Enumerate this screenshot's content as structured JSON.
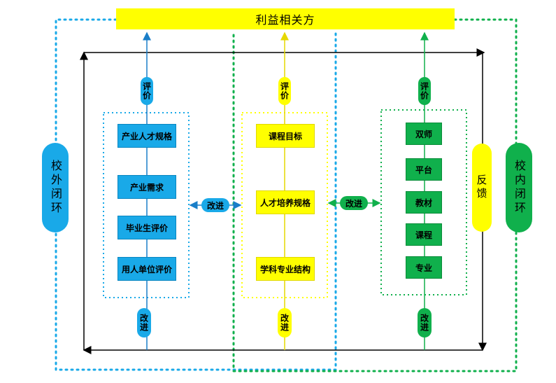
{
  "title": "利益相关方",
  "outer_loops": {
    "left": "校外闭环",
    "right": "校内闭环"
  },
  "feedback": "反馈",
  "labels": {
    "evaluate": "评价",
    "improve": "改进"
  },
  "columns": {
    "left": {
      "items": [
        "产业人才规格",
        "产业需求",
        "毕业生评价",
        "用人单位评价"
      ]
    },
    "middle": {
      "items": [
        "课程目标",
        "人才培养规格",
        "学科专业结构"
      ]
    },
    "right": {
      "items": [
        "双师",
        "平台",
        "教材",
        "课程",
        "专业"
      ]
    }
  },
  "colors": {
    "blue": "#19a9e8",
    "yellow": "#ffff00",
    "green": "#10b04c",
    "black": "#000000"
  }
}
